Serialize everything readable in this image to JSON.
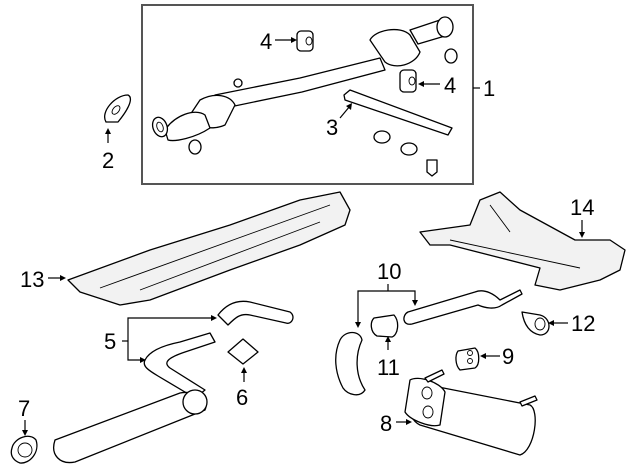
{
  "diagram": {
    "type": "exploded-parts-diagram",
    "subject": "Exhaust system components",
    "callouts": [
      {
        "id": "1",
        "label": "1",
        "part": "front pipe / catalytic converter assembly (boxed group)"
      },
      {
        "id": "2",
        "label": "2",
        "part": "flange gasket"
      },
      {
        "id": "3",
        "label": "3",
        "part": "support bracket"
      },
      {
        "id": "4a",
        "label": "4",
        "part": "rubber insulator (hanger)"
      },
      {
        "id": "4b",
        "label": "4",
        "part": "rubber insulator (hanger)"
      },
      {
        "id": "5",
        "label": "5",
        "part": "intermediate pipe / muffler"
      },
      {
        "id": "6",
        "label": "6",
        "part": "gasket"
      },
      {
        "id": "7",
        "label": "7",
        "part": "hanger bracket"
      },
      {
        "id": "8",
        "label": "8",
        "part": "rear muffler"
      },
      {
        "id": "9",
        "label": "9",
        "part": "rubber insulator"
      },
      {
        "id": "10",
        "label": "10",
        "part": "tail pipe sections"
      },
      {
        "id": "11",
        "label": "11",
        "part": "clamp"
      },
      {
        "id": "12",
        "label": "12",
        "part": "hanger"
      },
      {
        "id": "13",
        "label": "13",
        "part": "heat shield"
      },
      {
        "id": "14",
        "label": "14",
        "part": "crossmember / heat shield"
      }
    ]
  }
}
